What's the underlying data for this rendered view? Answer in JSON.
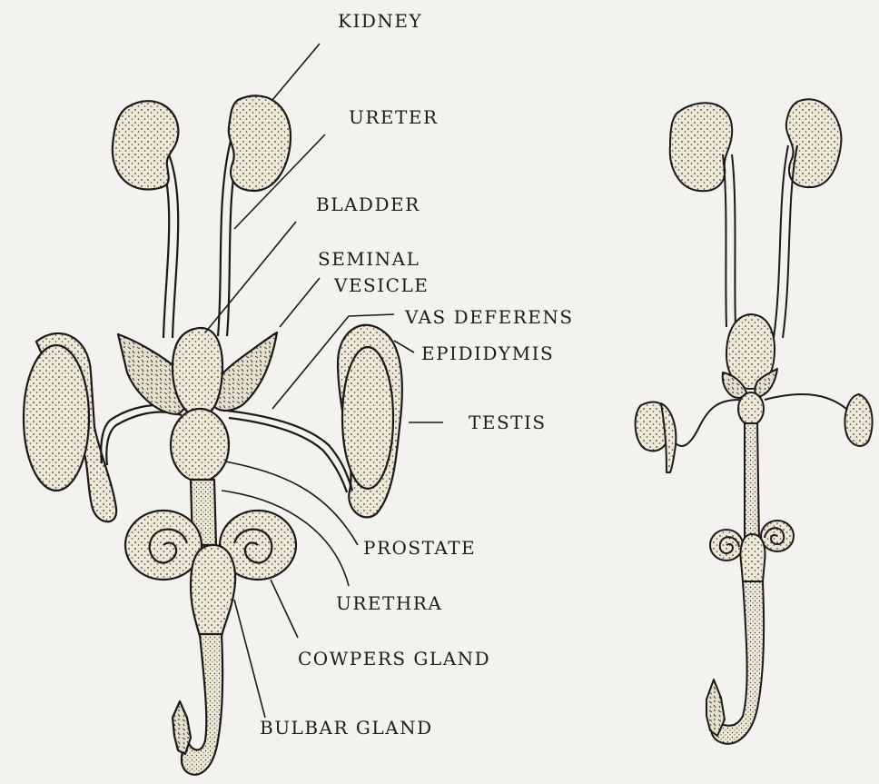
{
  "labels": {
    "kidney": "KIDNEY",
    "ureter": "URETER",
    "bladder": "BLADDER",
    "seminal_vesicle_line1": "SEMINAL",
    "seminal_vesicle_line2": "VESICLE",
    "vas_deferens": "VAS DEFERENS",
    "epididymis": "EPIDIDYMIS",
    "testis": "TESTIS",
    "prostate": "PROSTATE",
    "urethra": "URETHRA",
    "cowpers_gland": "COWPERS GLAND",
    "bulbar_gland": "BULBAR GLAND"
  },
  "colors": {
    "background": "#f4f2ee",
    "line": "#1a1a1a",
    "organ_fill": "#efe8d6",
    "stipple": "#3a3a3a"
  }
}
